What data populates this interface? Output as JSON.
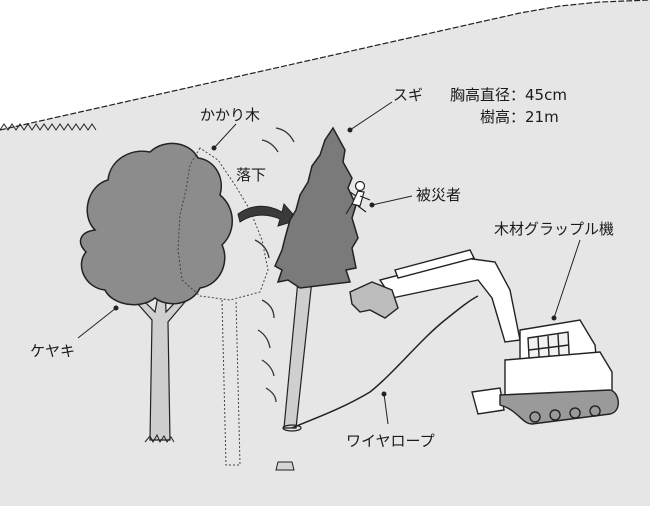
{
  "labels": {
    "hanging_tree": "かかり木",
    "sugi": "スギ",
    "dbh": "胸高直径：45cm",
    "height": "樹高：21m",
    "fall": "落下",
    "victim": "被災者",
    "grapple": "木材グラップル機",
    "keyaki": "ケヤキ",
    "wire": "ワイヤロープ"
  },
  "colors": {
    "slope": "#e6e6e6",
    "foliage": "#8c8c8c",
    "conifer": "#7a7a7a",
    "trunk": "#cfcfcf",
    "machine": "#ffffff",
    "outline": "#222222"
  },
  "icons": {
    "fall_arrow": "curved-arrow-right"
  }
}
